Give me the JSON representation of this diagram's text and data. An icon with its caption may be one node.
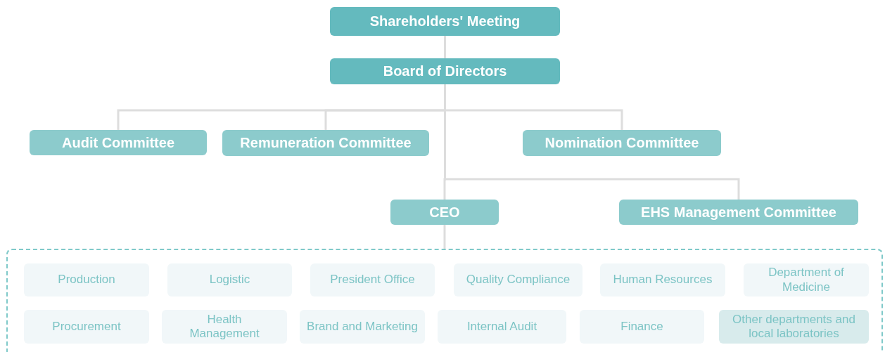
{
  "diagram": {
    "nodes": [
      {
        "text": [
          "Shareholders' Meeting"
        ]
      },
      {
        "text": [
          "Board of Directors"
        ]
      },
      {
        "text": [
          "Audit Committee"
        ]
      },
      {
        "text": [
          "Remuneration Committee"
        ]
      },
      {
        "text": [
          "Nomination Committee"
        ]
      },
      {
        "text": [
          "CEO"
        ]
      },
      {
        "text": [
          "EHS Management Committee"
        ]
      },
      {
        "text": [],
        "shape": "box"
      },
      {
        "text": [
          "Production"
        ],
        "in": 7
      },
      {
        "text": [
          "Logistic"
        ],
        "in": 7
      },
      {
        "text": [
          "President Office"
        ],
        "in": 7
      },
      {
        "text": [
          "Quality Compliance"
        ],
        "in": 7
      },
      {
        "text": [
          "Human Resources"
        ],
        "in": 7
      },
      {
        "text": [
          "Department of Medicine"
        ],
        "in": 7
      },
      {
        "text": [
          "Procurement"
        ],
        "in": 7
      },
      {
        "text": [
          "Health Management"
        ],
        "in": 7
      },
      {
        "text": [
          "Brand and Marketing"
        ],
        "in": 7
      },
      {
        "text": [
          "Internal Audit"
        ],
        "in": 7
      },
      {
        "text": [
          "Finance"
        ],
        "in": 7
      },
      {
        "text": [
          "Other departments and local laboratories"
        ],
        "in": 7
      }
    ],
    "edges": [
      {
        "from": 0,
        "to": 1,
        "arrow": "none"
      },
      {
        "from": 1,
        "to": 2,
        "arrow": "none"
      },
      {
        "from": 1,
        "to": 3,
        "arrow": "none"
      },
      {
        "from": 1,
        "to": 4,
        "arrow": "none"
      },
      {
        "from": 1,
        "to": 5,
        "arrow": "none"
      },
      {
        "from": 1,
        "to": 6,
        "arrow": "none"
      },
      {
        "from": 5,
        "to": 7,
        "arrow": "none"
      }
    ]
  }
}
